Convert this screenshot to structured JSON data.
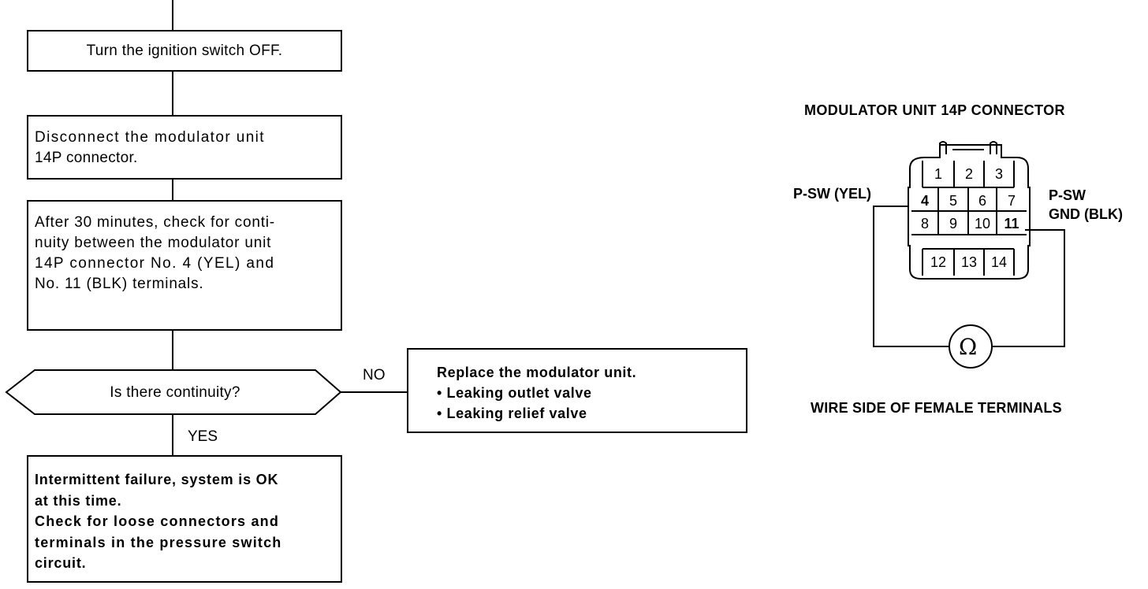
{
  "flowchart": {
    "step1": "Turn the ignition switch OFF.",
    "step2_line1": "Disconnect the modulator unit",
    "step2_line2": "14P connector.",
    "step3_line1": "After 30 minutes, check for conti-",
    "step3_line2": "nuity between the modulator unit",
    "step3_line3": "14P connector No. 4 (YEL) and",
    "step3_line4": "No. 11 (BLK) terminals.",
    "decision": "Is there continuity?",
    "no_label": "NO",
    "yes_label": "YES",
    "no_result_title": "Replace the modulator unit.",
    "no_result_item1": "• Leaking outlet valve",
    "no_result_item2": "• Leaking relief valve",
    "yes_line1": "Intermittent failure, system is OK",
    "yes_line2": "at this time.",
    "yes_line3": "Check for loose connectors and",
    "yes_line4": "terminals in the pressure switch",
    "yes_line5": "circuit."
  },
  "connector": {
    "title": "MODULATOR UNIT 14P CONNECTOR",
    "left_label": "P-SW (YEL)",
    "right_label_line1": "P-SW",
    "right_label_line2": "GND (BLK)",
    "pins": [
      "1",
      "2",
      "3",
      "4",
      "5",
      "6",
      "7",
      "8",
      "9",
      "10",
      "11",
      "12",
      "13",
      "14"
    ],
    "meter_symbol": "Ω",
    "caption": "WIRE SIDE OF FEMALE TERMINALS"
  }
}
